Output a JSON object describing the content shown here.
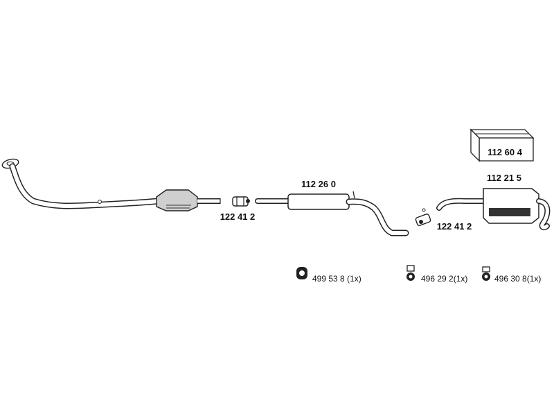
{
  "parts": {
    "kit_box": "112 60 4",
    "front_pipe_clamp": "122 41 2",
    "middle_silencer": "112 26 0",
    "rear_clamp": "122 41 2",
    "rear_silencer": "112 21 5"
  },
  "hangers": {
    "h1": "499 53 8 (1x)",
    "h2": "496 29 2(1x)",
    "h3": "496 30 8(1x)"
  }
}
